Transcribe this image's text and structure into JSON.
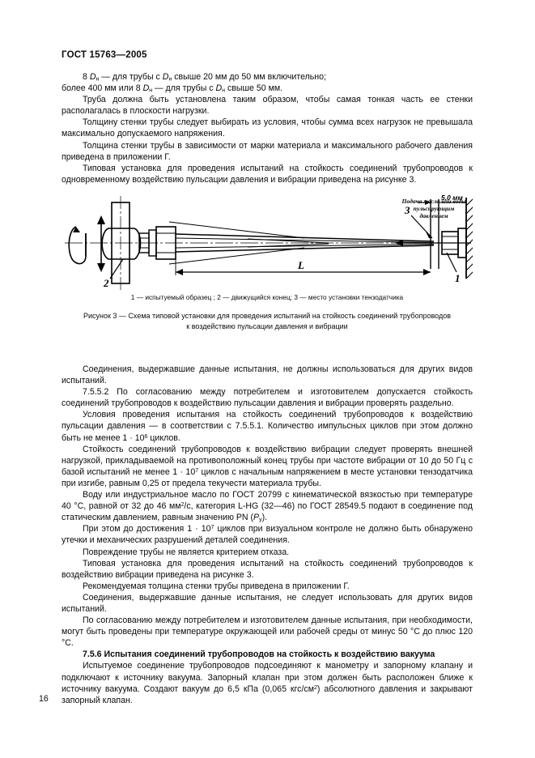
{
  "document": {
    "running_head": "ГОСТ 15763—2005",
    "page_number": "16"
  },
  "top_text": {
    "line1_pre": "8 ",
    "line1_var1": "D",
    "line1_sub1": "н",
    "line1_mid": " — для трубы с ",
    "line1_var2": "D",
    "line1_sub2": "н",
    "line1_post": " свыше 20 мм до 50 мм включительно;",
    "line2_pre": "более 400 мм или 8 ",
    "line2_var1": "D",
    "line2_sub1": "н",
    "line2_mid": " — для трубы с ",
    "line2_var2": "D",
    "line2_sub2": "н",
    "line2_post": " свыше 50 мм.",
    "para1": "Труба должна быть установлена таким образом, чтобы самая тонкая часть ее стенки располагалась в плоскости нагрузки.",
    "para2": "Толщину стенки трубы следует выбирать из условия, чтобы сумма всех нагрузок не превышала максимально допускаемого напряжения.",
    "para3": "Толщина стенки трубы в зависимости от марки материала и максимального рабочего давления приведена в приложении Г.",
    "para4": "Типовая установка для проведения испытаний на стойкость соединений трубопроводов к одновременному воздействию пульсации давления и вибрации приведена на рисунке 3."
  },
  "figure": {
    "dimension_label": "5,0 мм",
    "length_label": "L",
    "callout_1": "1",
    "callout_2": "2",
    "callout_3": "3",
    "handwritten_line1": "Подача масла или воды",
    "handwritten_line2": "пульсирующим",
    "handwritten_line3": "давлением",
    "legend": "1 — испытуемый образец ; 2 — движущийся конец; 3 — место установки тензодатчика",
    "caption_line1": "Рисунок 3 — Схема типовой установки для проведения испытаний на стойкость соединений трубопроводов",
    "caption_line2": "к воздействию пульсации давления и вибрации"
  },
  "body_text": {
    "para1": "Соединения, выдержавшие данные испытания, не должны использоваться для других видов испытаний.",
    "para2": "7.5.5.2  По согласованию между потребителем и изготовителем допускается стойкость соединений трубопроводов к воздействию пульсации давления и вибрации проверять раздельно.",
    "para3_a": "Условия проведения испытания на стойкость соединений трубопроводов к воздействию пульсации давления — в соответствии с 7.5.5.1. Количество импульсных циклов при этом должно быть не менее 1 · 10",
    "para3_sup": "6",
    "para3_b": " циклов.",
    "para4_a": "Стойкость соединений трубопроводов к воздействию вибрации следует проверять внешней нагрузкой, прикладываемой на противоположный конец трубы при частоте вибрации от 10 до 50 Гц с базой испытаний не менее 1 · 10",
    "para4_sup": "7",
    "para4_b": " циклов с начальным напряжением в месте установки тензодатчика при изгибе, равным 0,25 от предела текучести материала трубы.",
    "para5_a": "Воду или индустриальное масло по ГОСТ 20799 с кинематической вязкостью при температуре 40 °С, равной от 32 до 46 мм",
    "para5_sup": "2",
    "para5_b": "/с, категория L-HG (32—46) по ГОСТ 28549.5 подают в соединение под статическим давлением, равным значению PN (",
    "para5_var": "P",
    "para5_varsub": "у",
    "para5_c": ").",
    "para6_a": "При этом до достижения 1 · 10",
    "para6_sup": "7",
    "para6_b": " циклов при визуальном контроле не должно быть обнаружено утечки и механических разрушений деталей соединения.",
    "para7": "Повреждение трубы не является критерием отказа.",
    "para8": "Типовая установка для проведения испытаний на стойкость соединений трубопроводов к воздействию вибрации приведена на рисунке 3.",
    "para9": "Рекомендуемая толщина стенки трубы приведена в приложении Г.",
    "para10": "Соединения, выдержавшие данные испытания, не следует использовать для других видов испытаний.",
    "para11": "По согласованию между потребителем и изготовителем данные испытания, при необходимости, могут быть проведены при температуре окружающей или рабочей среды от минус 50 °С до плюс 120 °С.",
    "heading_756": "7.5.6  Испытания соединений трубопроводов на стойкость к воздействию вакуума",
    "para12_a": "Испытуемое соединение трубопроводов подсоединяют к манометру и запорному клапану и подключают к источнику вакуума. Запорный клапан при этом должен быть расположен ближе к источнику вакуума. Создают вакуум до 6,5 кПа (0,065 кгс/см",
    "para12_sup": "2",
    "para12_b": ") абсолютного давления и закрывают запорный клапан."
  },
  "colors": {
    "ink": "#0b0b0b",
    "paper": "#ffffff",
    "line": "#000000"
  }
}
